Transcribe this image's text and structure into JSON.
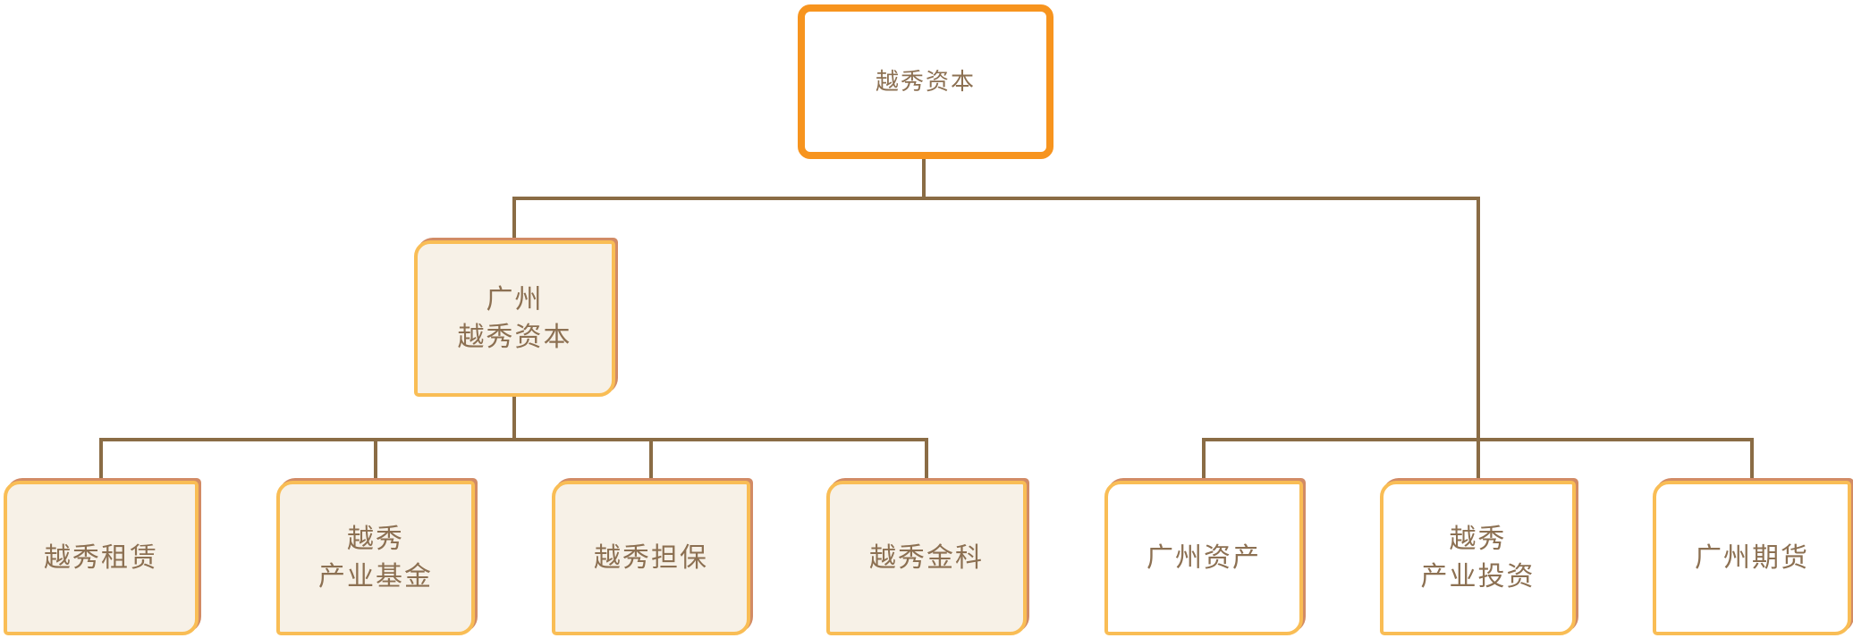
{
  "palette": {
    "root_border": "#f7941e",
    "child_border": "#f9bd55",
    "sketch_accent": "#d28b65",
    "connector": "#8a6c45",
    "text": "#8c7052",
    "cream_fill": "#f7f1e7",
    "white_fill": "#ffffff",
    "background": "#ffffff"
  },
  "org_chart": {
    "type": "org-chart",
    "root": {
      "label": "越秀资本",
      "lines": [
        "越秀资本"
      ],
      "fill": "white"
    },
    "branch": {
      "label": "广州越秀资本",
      "lines": [
        "广州",
        "越秀资本"
      ],
      "fill": "cream"
    },
    "branch_children": [
      {
        "label": "越秀租赁",
        "lines": [
          "越秀租赁"
        ],
        "fill": "cream"
      },
      {
        "label": "越秀产业基金",
        "lines": [
          "越秀",
          "产业基金"
        ],
        "fill": "cream"
      },
      {
        "label": "越秀担保",
        "lines": [
          "越秀担保"
        ],
        "fill": "cream"
      },
      {
        "label": "越秀金科",
        "lines": [
          "越秀金科"
        ],
        "fill": "cream"
      }
    ],
    "root_children": [
      {
        "label": "广州资产",
        "lines": [
          "广州资产"
        ],
        "fill": "white"
      },
      {
        "label": "越秀产业投资",
        "lines": [
          "越秀",
          "产业投资"
        ],
        "fill": "white"
      },
      {
        "label": "广州期货",
        "lines": [
          "广州期货"
        ],
        "fill": "white"
      }
    ]
  }
}
